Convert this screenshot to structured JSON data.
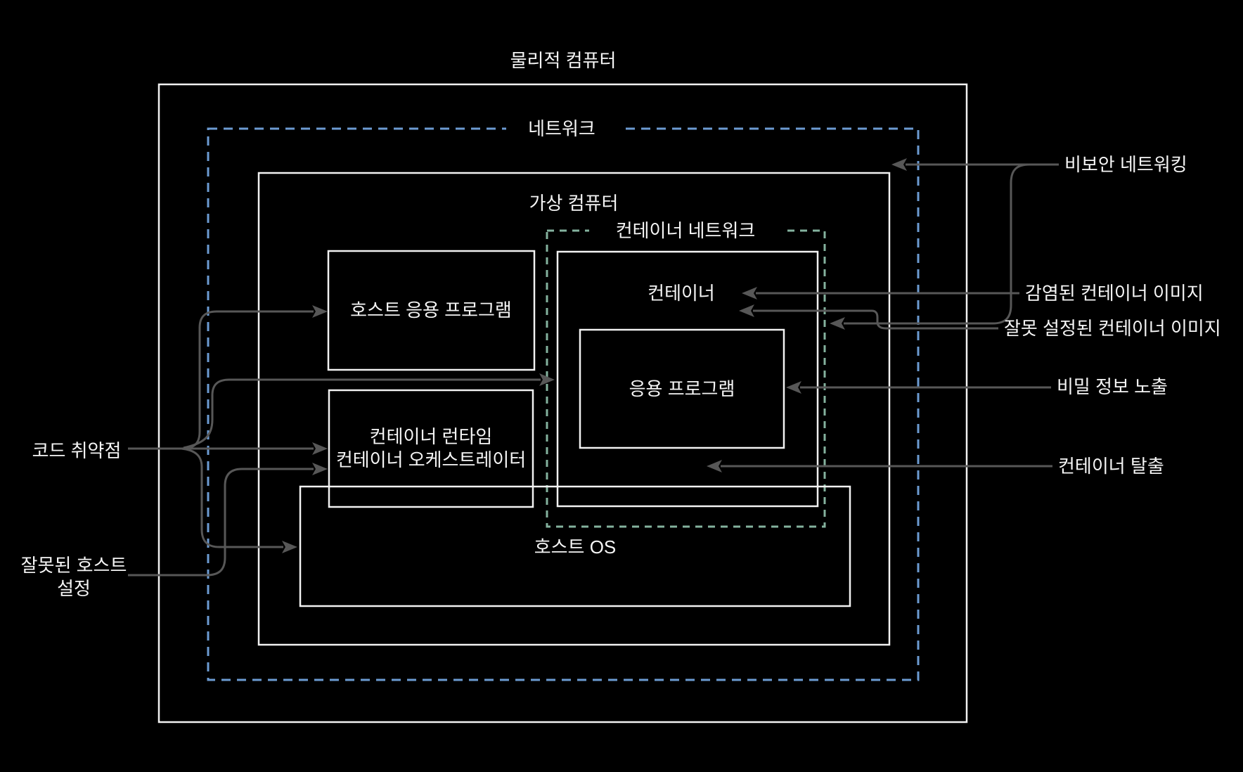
{
  "diagram": {
    "title": "물리적 컴퓨터",
    "nodes": {
      "network": "네트워크",
      "virtual_computer": "가상 컴퓨터",
      "container_network": "컨테이너 네트워크",
      "host_application": "호스트 응용 프로그램",
      "container": "컨테이너",
      "application": "응용 프로그램",
      "container_runtime_line1": "컨테이너 런타임",
      "container_runtime_line2": "컨테이너 오케스트레이터",
      "host_os": "호스트 OS"
    },
    "threats": {
      "code_vulnerability": "코드 취약점",
      "bad_host_config_line1": "잘못된 호스트",
      "bad_host_config_line2": "설정",
      "insecure_networking": "비보안 네트워킹",
      "infected_container_image": "감염된 컨테이너 이미지",
      "misconfigured_container_image": "잘못 설정된 컨테이너 이미지",
      "secret_exposure": "비밀 정보 노출",
      "container_escape": "컨테이너 탈출"
    },
    "edges": {
      "code_vulnerability_targets": [
        "호스트 응용 프로그램",
        "응용 프로그램",
        "컨테이너 런타임",
        "호스트 OS"
      ],
      "bad_host_config_targets": [
        "컨테이너 오케스트레이터"
      ],
      "insecure_networking_targets": [
        "네트워크",
        "컨테이너 네트워크"
      ],
      "infected_container_image_targets": [
        "컨테이너"
      ],
      "misconfigured_container_image_targets": [
        "컨테이너"
      ],
      "secret_exposure_targets": [
        "응용 프로그램"
      ],
      "container_escape_targets": [
        "컨테이너"
      ]
    },
    "colors": {
      "background": "#000000",
      "box_border": "#f2f2f2",
      "network_border": "#6c9bd2",
      "container_network_border": "#84b29e",
      "arrow": "#575757",
      "text": "#f5f5f5"
    }
  }
}
